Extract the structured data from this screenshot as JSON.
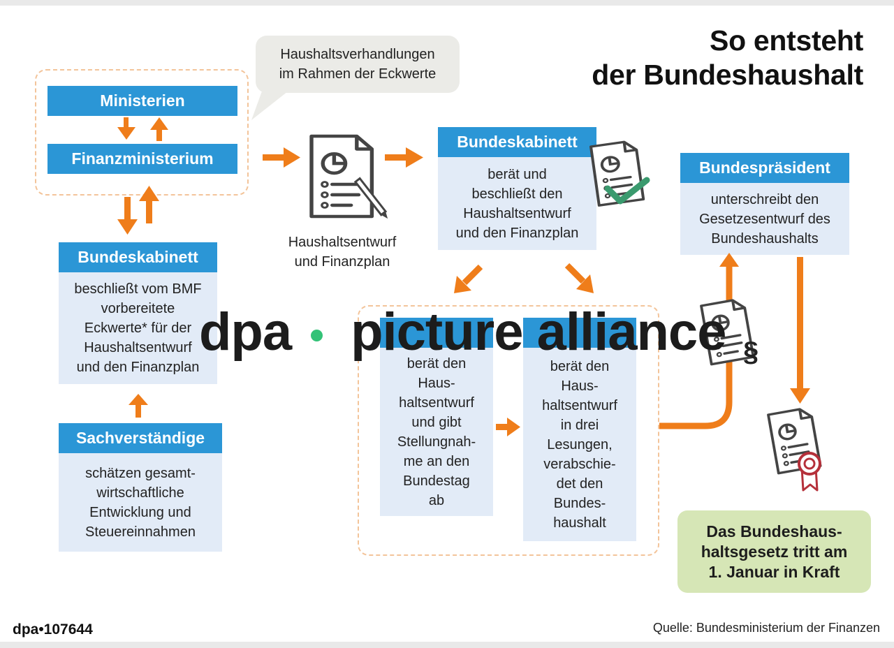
{
  "title": {
    "line1": "So entsteht",
    "line2": "der Bundeshaushalt"
  },
  "bubble": {
    "text": "Haushaltsverhandlungen\nim Rahmen der Eckwerte"
  },
  "boxes": {
    "ministerien": "Ministerien",
    "finanzministerium": "Finanzministerium",
    "kabinett_left": {
      "header": "Bundeskabinett",
      "text": "beschließt vom BMF\nvorbereitete\nEckwerte* für der\nHaushaltsentwurf\nund den Finanzplan"
    },
    "sachverstaendige": {
      "header": "Sachverständige",
      "text": "schätzen gesamt-\nwirtschaftliche\nEntwicklung und\nSteuereinnahmen"
    },
    "kabinett_center": {
      "header": "Bundeskabinett",
      "text": "berät und\nbeschließt den\nHaushaltsentwurf\nund den Finanzplan"
    },
    "bundesrat": {
      "text": "berät den\nHaus-\nhaltsentwurf\nund gibt\nStellungnah-\nme an den\nBundestag\nab"
    },
    "bundestag": {
      "text": "berät den\nHaus-\nhaltsentwurf\nin drei\nLesungen,\nverabschie-\ndet den\nBundes-\nhaushalt"
    },
    "praesident": {
      "header": "Bundespräsident",
      "text": "unterschreibt den\nGesetzesentwurf des\nBundeshaushalts"
    }
  },
  "document_caption": "Haushaltsentwurf\nund Finanzplan",
  "paragraph_symbol": "§",
  "final_box": "Das Bundeshaus-\nhaltsgesetz tritt am\n1. Januar in Kraft",
  "credit": "dpa•107644",
  "source": "Quelle: Bundesministerium der Finanzen",
  "watermark": {
    "part1": "dpa",
    "part2": "picture alliance"
  },
  "colors": {
    "header_blue": "#2b96d6",
    "body_blue": "#e2ebf7",
    "arrow_orange": "#ef7d1a",
    "dashed_orange": "#f3c49a",
    "final_green": "#d6e6b6",
    "check_green": "#3a9a6e",
    "seal_red": "#b5303a"
  }
}
